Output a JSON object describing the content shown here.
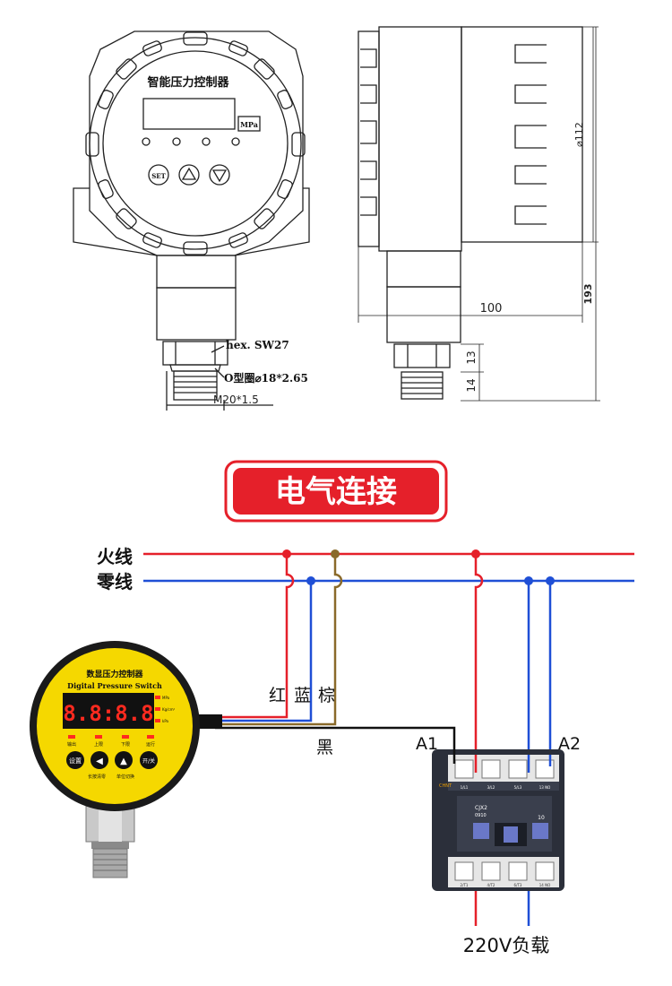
{
  "front_view": {
    "device_title": "智能压力控制器",
    "unit_label": "MPa",
    "set_button": "SET",
    "hex_label": "hex. SW27",
    "oring_label": "O型圈⌀18*2.65",
    "thread_label": "M20*1.5"
  },
  "side_view": {
    "diameter_label": "⌀112",
    "height_label": "193",
    "width_label": "100",
    "dim_13": "13",
    "dim_14": "14"
  },
  "section": {
    "title": "电气连接",
    "title_color": "#e5202a"
  },
  "wiring": {
    "live_label": "火线",
    "neutral_label": "零线",
    "red_label": "红",
    "blue_label": "蓝",
    "brown_label": "棕",
    "black_label": "黑",
    "a1_label": "A1",
    "a2_label": "A2",
    "load_label": "220V负载",
    "live_color": "#e5202a",
    "neutral_color": "#1f4fd6",
    "brown_color": "#8a6a2a"
  },
  "gauge": {
    "title_cn": "数显压力控制器",
    "title_en": "Digital Pressure Switch",
    "display_value": "8.8:8.8",
    "units": [
      "MPa",
      "Kg/cm²",
      "kPa"
    ],
    "indicator_labels": [
      "输出",
      "上限",
      "下限",
      "运行"
    ],
    "buttons": [
      "设置",
      "◀",
      "▲",
      "开/关"
    ],
    "footer_labels": [
      "长按清零",
      "单位切换"
    ]
  },
  "contactor": {
    "model": "CJX2\n0910",
    "model_line1": "CJX2",
    "model_line2": "0910",
    "brand": "CHNT",
    "top_terminals": [
      "1/L1",
      "3/L2",
      "5/L3",
      "13 NO"
    ],
    "bottom_terminals": [
      "2/T1",
      "4/T2",
      "6/T3",
      "14 NO"
    ],
    "side_number": "10"
  }
}
